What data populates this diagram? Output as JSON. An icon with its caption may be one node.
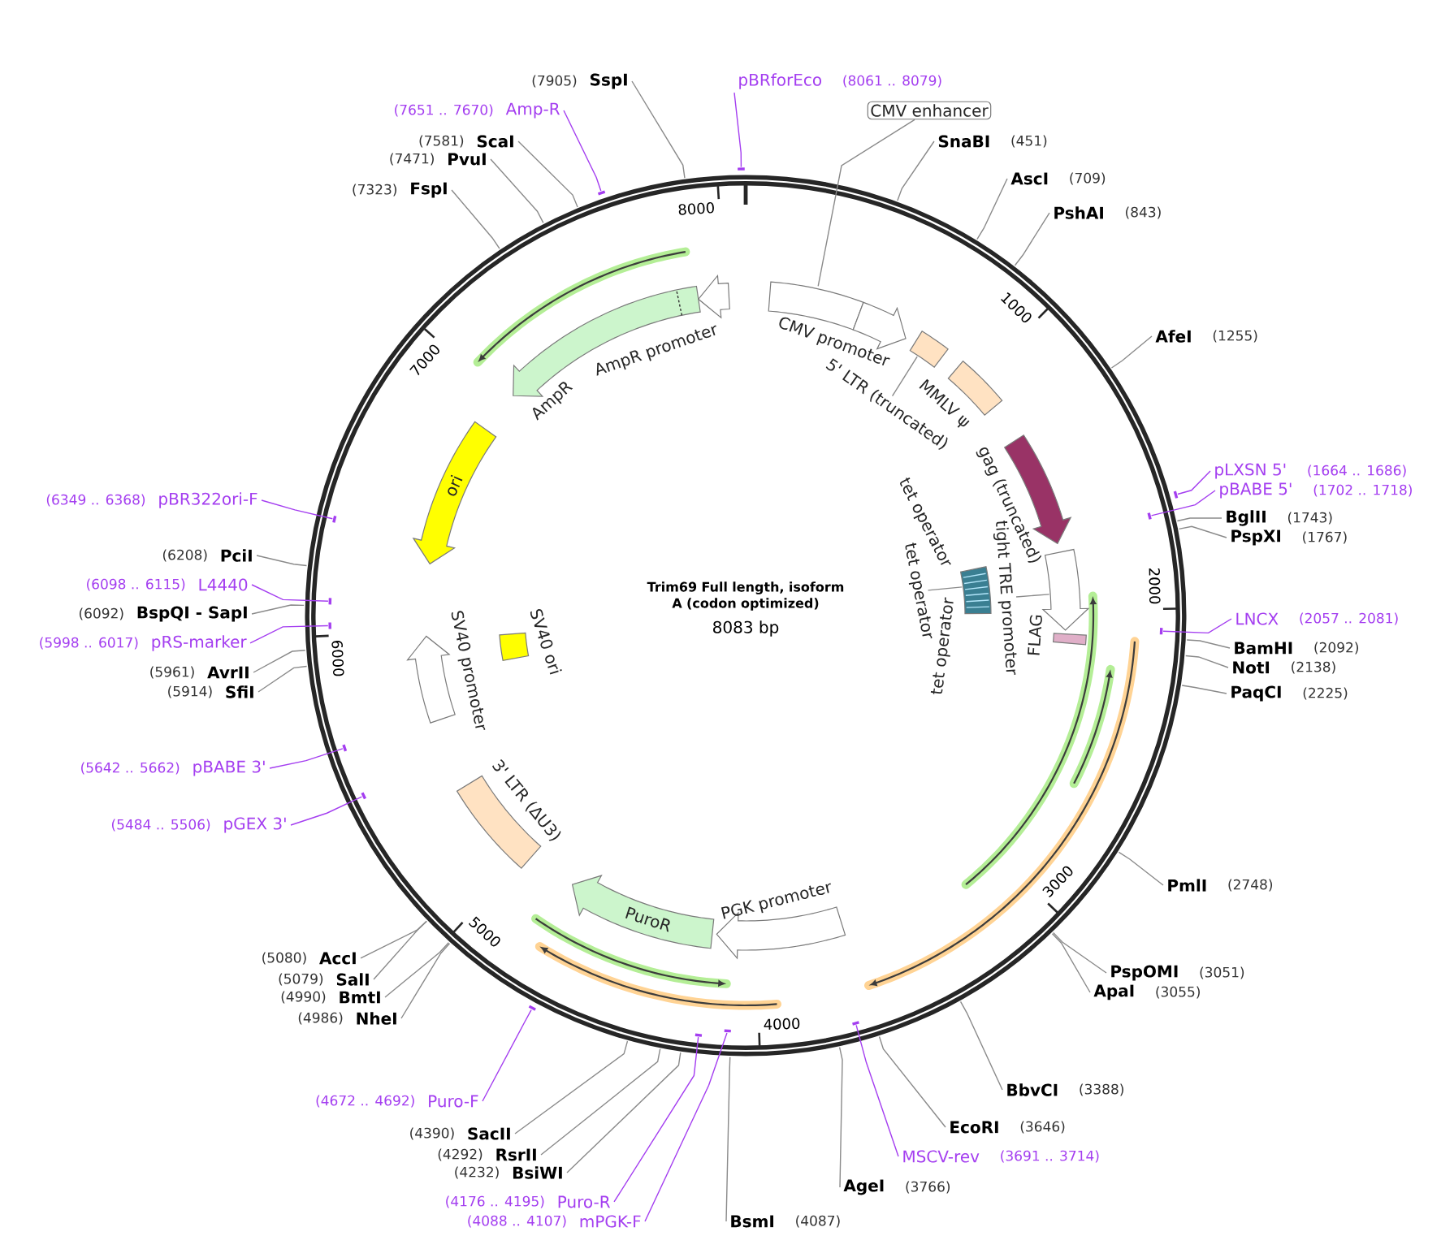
{
  "diagram": {
    "title": "Trim69 Full length, isoform A (codon optimized)",
    "nodes": [
      {
        "text": [
          "SnaBI"
        ],
        "beside": [
          "(451)"
        ]
      },
      {
        "text": [
          "AscI"
        ],
        "beside": [
          "(709)"
        ]
      },
      {
        "text": [
          "PshAI"
        ],
        "beside": [
          "(843)"
        ]
      },
      {
        "text": [
          "AfeI"
        ],
        "beside": [
          "(1255)"
        ]
      },
      {
        "text": [
          "pLXSN 5'"
        ],
        "beside": [
          "(1664 .. 1686)"
        ]
      },
      {
        "text": [],
        "shape": "bar"
      },
      {
        "text": [
          "pBABE 5'"
        ],
        "beside": [
          "(1702 .. 1718)"
        ]
      },
      {
        "text": [],
        "shape": "bar"
      },
      {
        "text": [
          "BglII"
        ],
        "beside": [
          "(1743)"
        ]
      },
      {
        "text": [
          "PspXI"
        ],
        "beside": [
          "(1767)"
        ]
      },
      {
        "text": [
          "LNCX"
        ],
        "beside": [
          "(2057 .. 2081)"
        ]
      },
      {
        "text": [],
        "shape": "bar"
      },
      {
        "text": [
          "BamHI"
        ],
        "beside": [
          "(2092)"
        ]
      },
      {
        "text": [
          "NotI"
        ],
        "beside": [
          "(2138)"
        ]
      },
      {
        "text": [
          "PaqCI"
        ],
        "beside": [
          "(2225)"
        ]
      },
      {
        "text": [
          "PmlI"
        ],
        "beside": [
          "(2748)"
        ]
      },
      {
        "text": [
          "PspOMI"
        ],
        "beside": [
          "(3051)"
        ]
      },
      {
        "text": [
          "ApaI"
        ],
        "beside": [
          "(3055)"
        ]
      },
      {
        "text": [
          "BbvCI"
        ],
        "beside": [
          "(3388)"
        ]
      },
      {
        "text": [
          "EcoRI"
        ],
        "beside": [
          "(3646)"
        ]
      },
      {
        "text": [
          "MSCV-rev"
        ],
        "beside": [
          "(3691 .. 3714)"
        ]
      },
      {
        "text": [],
        "shape": "bar"
      },
      {
        "text": [
          "AgeI"
        ],
        "beside": [
          "(3766)"
        ]
      },
      {
        "text": [
          "BsmI"
        ],
        "beside": [
          "(4087)"
        ]
      },
      {
        "text": [
          "mPGK-F"
        ],
        "beside": [
          "(4088 .. 4107)"
        ]
      },
      {
        "text": [],
        "shape": "bar"
      },
      {
        "text": [
          "Puro-R"
        ],
        "beside": [
          "(4176 .. 4195)"
        ]
      },
      {
        "text": [],
        "shape": "bar"
      },
      {
        "text": [
          "BsiWI"
        ],
        "beside": [
          "(4232)"
        ]
      },
      {
        "text": [
          "RsrII"
        ],
        "beside": [
          "(4292)"
        ]
      },
      {
        "text": [
          "SacII"
        ],
        "beside": [
          "(4390)"
        ]
      },
      {
        "text": [
          "Puro-F"
        ],
        "beside": [
          "(4672 .. 4692)"
        ]
      },
      {
        "text": [],
        "shape": "bar"
      },
      {
        "text": [
          "NheI"
        ],
        "beside": [
          "(4986)"
        ]
      },
      {
        "text": [
          "BmtI"
        ],
        "beside": [
          "(4990)"
        ]
      },
      {
        "text": [
          "SalI"
        ],
        "beside": [
          "(5079)"
        ]
      },
      {
        "text": [
          "AccI"
        ],
        "beside": [
          "(5080)"
        ]
      },
      {
        "text": [
          "pGEX 3'"
        ],
        "beside": [
          "(5484 .. 5506)"
        ]
      },
      {
        "text": [],
        "shape": "bar"
      },
      {
        "text": [
          "pBABE 3'"
        ],
        "beside": [
          "(5642 .. 5662)"
        ]
      },
      {
        "text": [],
        "shape": "bar"
      },
      {
        "text": [
          "SfiI"
        ],
        "beside": [
          "(5914)"
        ]
      },
      {
        "text": [
          "AvrII"
        ],
        "beside": [
          "(5961)"
        ]
      },
      {
        "text": [
          "pRS-marker"
        ],
        "beside": [
          "(5998 .. 6017)"
        ]
      },
      {
        "text": [],
        "shape": "bar"
      },
      {
        "text": [
          "BspQI - SapI"
        ],
        "beside": [
          "(6092)"
        ]
      },
      {
        "text": [
          "L4440"
        ],
        "beside": [
          "(6098 .. 6115)"
        ]
      },
      {
        "text": [],
        "shape": "bar"
      },
      {
        "text": [
          "PciI"
        ],
        "beside": [
          "(6208)"
        ]
      },
      {
        "text": [
          "pBR322ori-F"
        ],
        "beside": [
          "(6349 .. 6368)"
        ]
      },
      {
        "text": [],
        "shape": "bar"
      },
      {
        "text": [
          "FspI"
        ],
        "beside": [
          "(7323)"
        ]
      },
      {
        "text": [
          "PvuI"
        ],
        "beside": [
          "(7471)"
        ]
      },
      {
        "text": [
          "ScaI"
        ],
        "beside": [
          "(7581)"
        ]
      },
      {
        "text": [
          "Amp-R"
        ],
        "beside": [
          "(7651 .. 7670)"
        ]
      },
      {
        "text": [],
        "shape": "bar"
      },
      {
        "text": [
          "SspI"
        ],
        "beside": [
          "(7905)"
        ]
      },
      {
        "text": [
          "pBRforEco"
        ],
        "beside": [
          "(8061 .. 8079)"
        ]
      },
      {
        "text": [],
        "shape": "bar"
      },
      {
        "text": [
          "CMV enhancer"
        ]
      },
      {
        "text": [],
        "shape": "box"
      },
      {
        "text": [
          "CMV promoter"
        ]
      },
      {
        "text": [
          "5' LTR (truncated)"
        ]
      },
      {
        "text": [],
        "shape": "box"
      },
      {
        "text": [
          "MMLV ψ"
        ]
      },
      {
        "text": [
          "gag (truncated)"
        ]
      },
      {
        "text": [
          "tight TRE promoter"
        ]
      },
      {
        "text": [],
        "shape": "arrow"
      },
      {
        "text": [
          "tet operator"
        ]
      },
      {
        "text": [
          "tet operator"
        ]
      },
      {
        "text": [
          "tet operator"
        ]
      },
      {
        "text": [],
        "shape": "box"
      },
      {
        "text": [
          "FLAG"
        ]
      },
      {
        "text": [
          "PGK promoter"
        ]
      },
      {
        "text": [
          "PuroR"
        ]
      },
      {
        "text": [
          "3' LTR (ΔU3)"
        ]
      },
      {
        "text": [
          "SV40 promoter"
        ]
      },
      {
        "text": [
          "SV40 ori"
        ]
      },
      {
        "text": [
          "ori"
        ]
      },
      {
        "text": [
          "AmpR"
        ]
      },
      {
        "text": [
          "AmpR promoter"
        ]
      }
    ],
    "edges": [
      {
        "from": 0,
        "to": null,
        "arrow": "none"
      },
      {
        "from": 1,
        "to": null,
        "arrow": "none"
      },
      {
        "from": 2,
        "to": null,
        "arrow": "none"
      },
      {
        "from": 3,
        "to": null,
        "arrow": "none"
      },
      {
        "from": 4,
        "to": 5,
        "arrow": "none",
        "color": "#a43ef0"
      },
      {
        "from": 6,
        "to": 7,
        "arrow": "none",
        "color": "#a43ef0"
      },
      {
        "from": 8,
        "to": null,
        "arrow": "none"
      },
      {
        "from": 9,
        "to": null,
        "arrow": "none"
      },
      {
        "from": 10,
        "to": 11,
        "arrow": "none",
        "color": "#a43ef0"
      },
      {
        "from": 12,
        "to": null,
        "arrow": "none"
      },
      {
        "from": 13,
        "to": null,
        "arrow": "none"
      },
      {
        "from": 14,
        "to": null,
        "arrow": "none"
      },
      {
        "from": 15,
        "to": null,
        "arrow": "none"
      },
      {
        "from": 16,
        "to": null,
        "arrow": "none"
      },
      {
        "from": 17,
        "to": null,
        "arrow": "none"
      },
      {
        "from": 18,
        "to": null,
        "arrow": "none"
      },
      {
        "from": 19,
        "to": null,
        "arrow": "none"
      },
      {
        "from": 20,
        "to": 21,
        "arrow": "none",
        "color": "#a43ef0"
      },
      {
        "from": 22,
        "to": null,
        "arrow": "none"
      },
      {
        "from": 23,
        "to": null,
        "arrow": "none"
      },
      {
        "from": 24,
        "to": 25,
        "arrow": "none",
        "color": "#a43ef0"
      },
      {
        "from": 26,
        "to": 27,
        "arrow": "none",
        "color": "#a43ef0"
      },
      {
        "from": 28,
        "to": null,
        "arrow": "none"
      },
      {
        "from": 29,
        "to": null,
        "arrow": "none"
      },
      {
        "from": 30,
        "to": null,
        "arrow": "none"
      },
      {
        "from": 31,
        "to": 32,
        "arrow": "none",
        "color": "#a43ef0"
      },
      {
        "from": 33,
        "to": null,
        "arrow": "none"
      },
      {
        "from": 34,
        "to": null,
        "arrow": "none"
      },
      {
        "from": 35,
        "to": null,
        "arrow": "none"
      },
      {
        "from": 36,
        "to": null,
        "arrow": "none"
      },
      {
        "from": 37,
        "to": 38,
        "arrow": "none",
        "color": "#a43ef0"
      },
      {
        "from": 39,
        "to": 40,
        "arrow": "none",
        "color": "#a43ef0"
      },
      {
        "from": 41,
        "to": null,
        "arrow": "none"
      },
      {
        "from": 42,
        "to": null,
        "arrow": "none"
      },
      {
        "from": 43,
        "to": 44,
        "arrow": "none",
        "color": "#a43ef0"
      },
      {
        "from": 45,
        "to": null,
        "arrow": "none"
      },
      {
        "from": 46,
        "to": 47,
        "arrow": "none",
        "color": "#a43ef0"
      },
      {
        "from": 48,
        "to": null,
        "arrow": "none"
      },
      {
        "from": 49,
        "to": 50,
        "arrow": "none",
        "color": "#a43ef0"
      },
      {
        "from": 51,
        "to": null,
        "arrow": "none"
      },
      {
        "from": 52,
        "to": null,
        "arrow": "none"
      },
      {
        "from": 53,
        "to": null,
        "arrow": "none"
      },
      {
        "from": 54,
        "to": 55,
        "arrow": "none",
        "color": "#a43ef0"
      },
      {
        "from": 56,
        "to": null,
        "arrow": "none"
      },
      {
        "from": 57,
        "to": 58,
        "arrow": "none",
        "color": "#a43ef0"
      },
      {
        "from": 59,
        "to": 60,
        "arrow": "none"
      },
      {
        "from": 62,
        "to": 63,
        "arrow": "none"
      },
      {
        "from": 66,
        "to": 67,
        "arrow": "none"
      },
      {
        "from": 69,
        "to": 71,
        "arrow": "none"
      }
    ],
    "labels": [
      "8083 bp",
      "1000",
      "2000",
      "3000",
      "4000",
      "5000",
      "6000",
      "7000",
      "8000"
    ]
  }
}
